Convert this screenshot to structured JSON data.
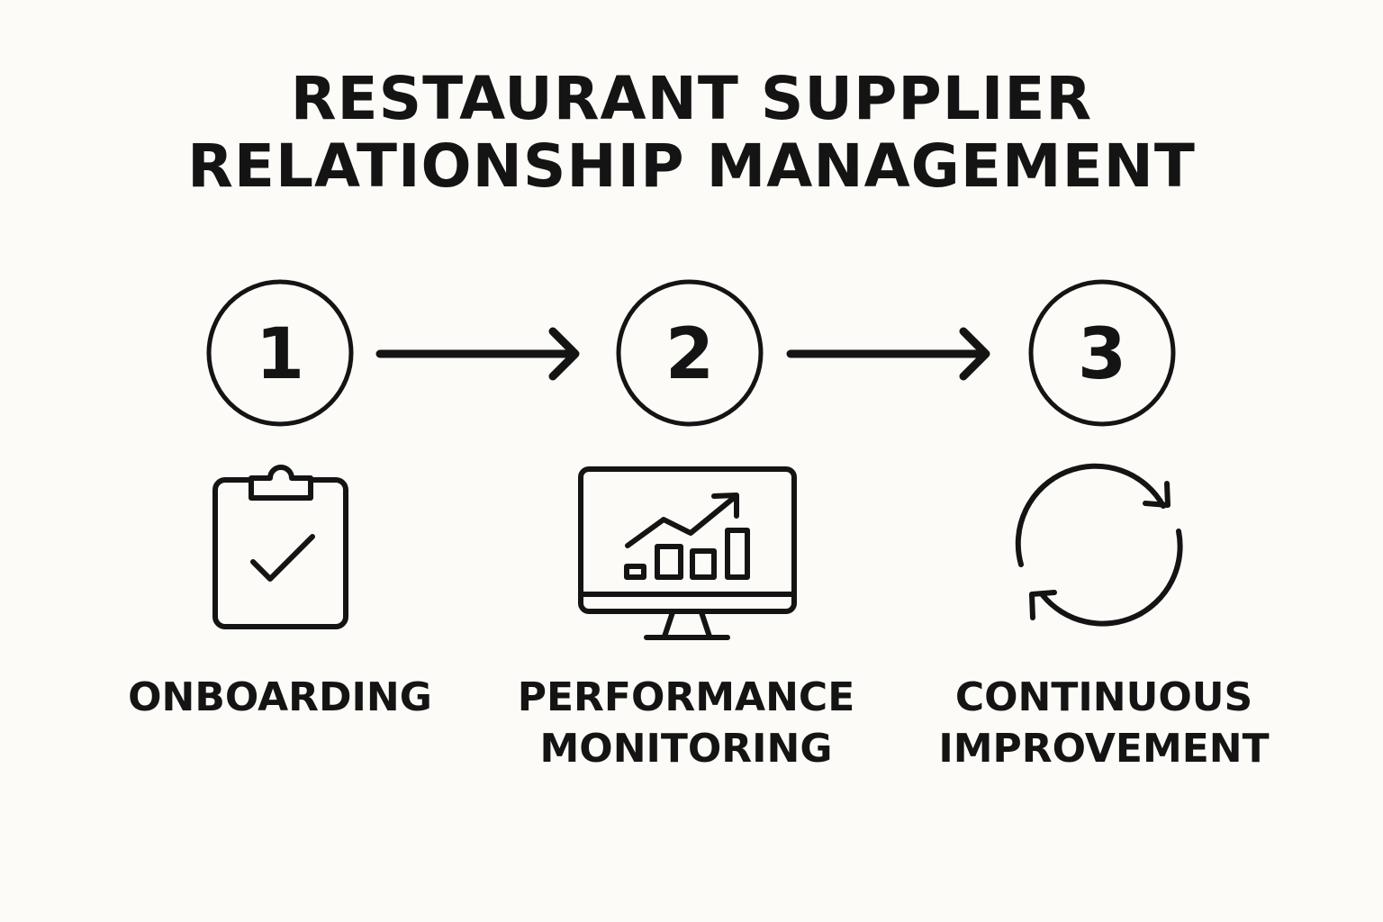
{
  "title": {
    "line1": "RESTAURANT SUPPLIER",
    "line2": "RELATIONSHIP MANAGEMENT"
  },
  "steps": [
    {
      "number": "1",
      "label_lines": [
        "ONBOARDING"
      ],
      "icon": "clipboard-check-icon"
    },
    {
      "number": "2",
      "label_lines": [
        "PERFORMANCE",
        "MONITORING"
      ],
      "icon": "monitor-chart-icon"
    },
    {
      "number": "3",
      "label_lines": [
        "CONTINUOUS",
        "IMPROVEMENT"
      ],
      "icon": "cycle-arrows-icon"
    }
  ],
  "colors": {
    "background": "#fcfbf7",
    "ink": "#141414"
  }
}
